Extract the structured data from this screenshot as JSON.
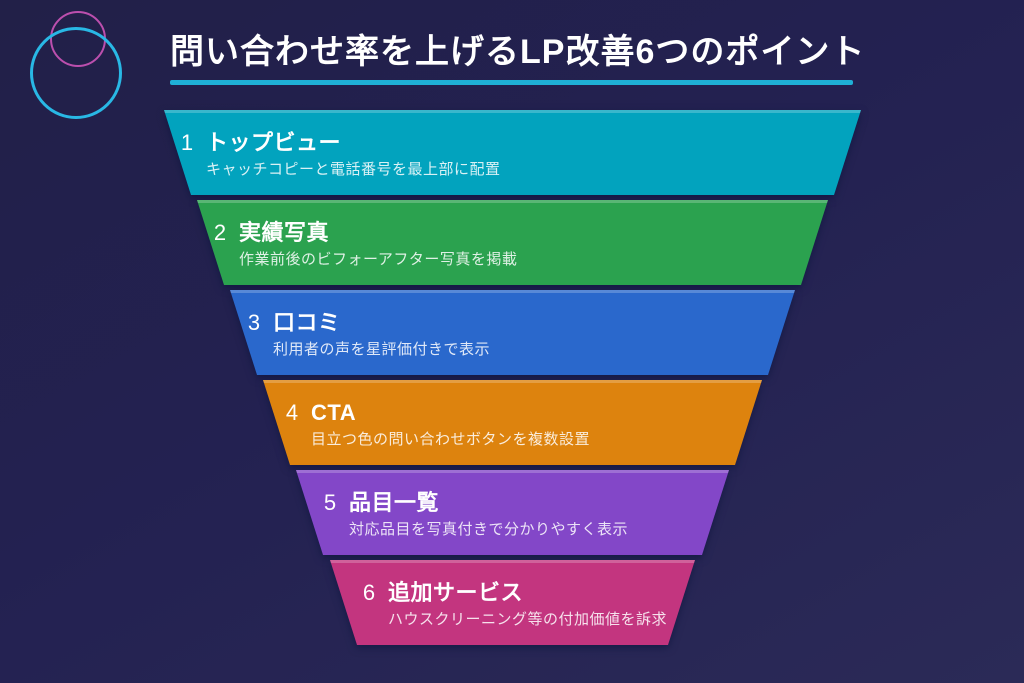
{
  "page": {
    "background_top": "#222048",
    "background_bottom": "#2b2a57"
  },
  "logo": {
    "outer_circle_color": "#29b8e5",
    "inner_circle_color": "#bc4fae"
  },
  "header": {
    "title": "問い合わせ率を上げるLP改善6つのポイント",
    "underline_color": "#1fb0d6"
  },
  "chart_data": {
    "type": "funnel",
    "title": "問い合わせ率を上げるLP改善6つのポイント",
    "steps": [
      {
        "number": "1",
        "title": "トップビュー",
        "subtitle": "キャッチコピーと電話番号を最上部に配置",
        "color": "#02a3be"
      },
      {
        "number": "2",
        "title": "実績写真",
        "subtitle": "作業前後のビフォーアフター写真を掲載",
        "color": "#2ba24f"
      },
      {
        "number": "3",
        "title": "口コミ",
        "subtitle": "利用者の声を星評価付きで表示",
        "color": "#2a68cc"
      },
      {
        "number": "4",
        "title": "CTA",
        "subtitle": "目立つ色の問い合わせボタンを複数設置",
        "color": "#dd830e"
      },
      {
        "number": "5",
        "title": "品目一覧",
        "subtitle": "対応品目を写真付きで分かりやすく表示",
        "color": "#8347c8"
      },
      {
        "number": "6",
        "title": "追加サービス",
        "subtitle": "ハウスクリーニング等の付加価値を訴求",
        "color": "#c3357f"
      }
    ]
  }
}
